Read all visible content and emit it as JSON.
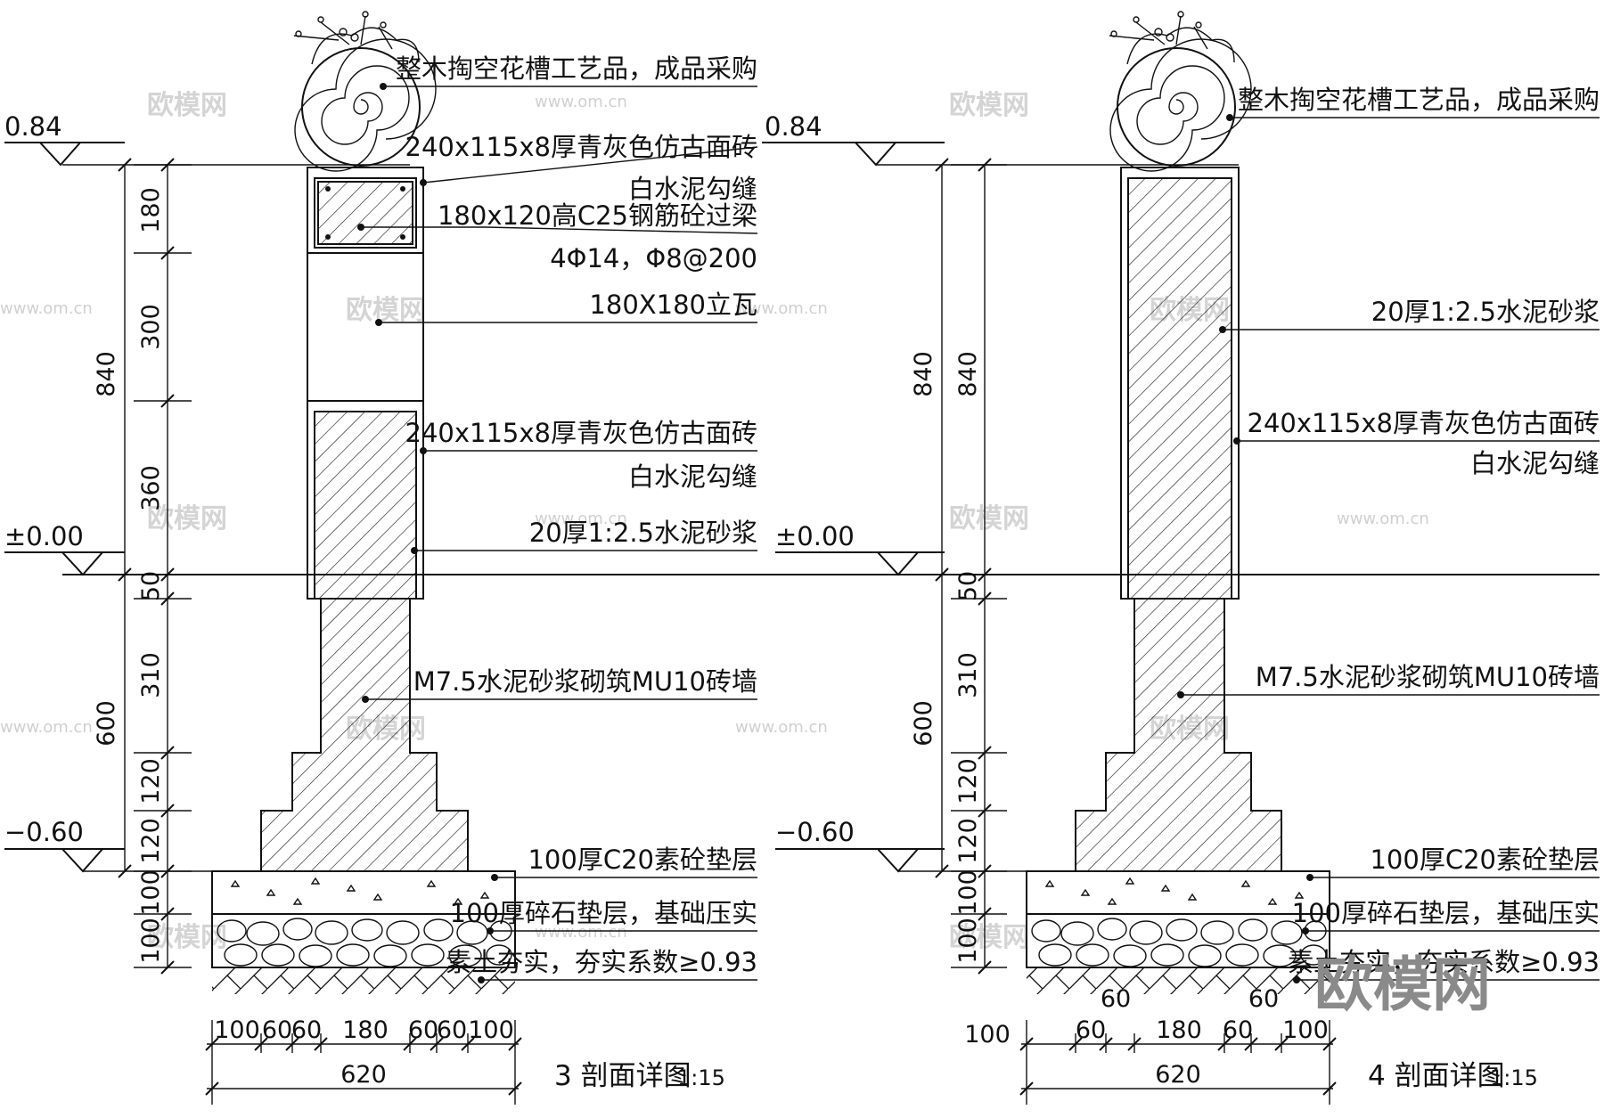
{
  "watermark": {
    "brand": "欧模网",
    "url": "www.om.cn"
  },
  "sections": [
    {
      "id": "s3",
      "title_main": "3 剖面详图",
      "title_scale": "1:15",
      "levels": [
        "0.84",
        "±0.00",
        "−0.60"
      ],
      "dims_vertical_inner": [
        "180",
        "300",
        "360",
        "50",
        "310",
        "120",
        "120",
        "100",
        "100"
      ],
      "dims_vertical_outer": [
        "840",
        "600"
      ],
      "dims_horizontal": [
        "100",
        "60",
        "60",
        "180",
        "60",
        "60",
        "100"
      ],
      "dim_total": "620",
      "annotations": [
        "整木掏空花槽工艺品，成品采购",
        "240x115x8厚青灰色仿古面砖",
        "白水泥勾缝",
        "180x120高C25钢筋砼过梁",
        "4Φ14，Φ8@200",
        "180X180立瓦",
        "240x115x8厚青灰色仿古面砖",
        "白水泥勾缝",
        "20厚1:2.5水泥砂浆",
        "M7.5水泥砂浆砌筑MU10砖墙",
        "100厚C20素砼垫层",
        "100厚碎石垫层，基础压实",
        "素土夯实，夯实系数≥0.93"
      ]
    },
    {
      "id": "s4",
      "title_main": "4 剖面详图",
      "title_scale": "1:15",
      "levels": [
        "0.84",
        "±0.00",
        "−0.60"
      ],
      "dims_vertical_inner": [
        "840",
        "50",
        "310",
        "120",
        "120",
        "100",
        "100"
      ],
      "dims_vertical_outer": [
        "840",
        "600"
      ],
      "dims_horizontal": [
        "100",
        "60",
        "180",
        "60",
        "100"
      ],
      "dim_extra": [
        "60",
        "60"
      ],
      "dim_total": "620",
      "annotations": [
        "整木掏空花槽工艺品，成品采购",
        "20厚1:2.5水泥砂浆",
        "240x115x8厚青灰色仿古面砖",
        "白水泥勾缝",
        "M7.5水泥砂浆砌筑MU10砖墙",
        "100厚C20素砼垫层",
        "100厚碎石垫层，基础压实",
        "素土夯实，夯实系数≥0.93"
      ]
    }
  ]
}
